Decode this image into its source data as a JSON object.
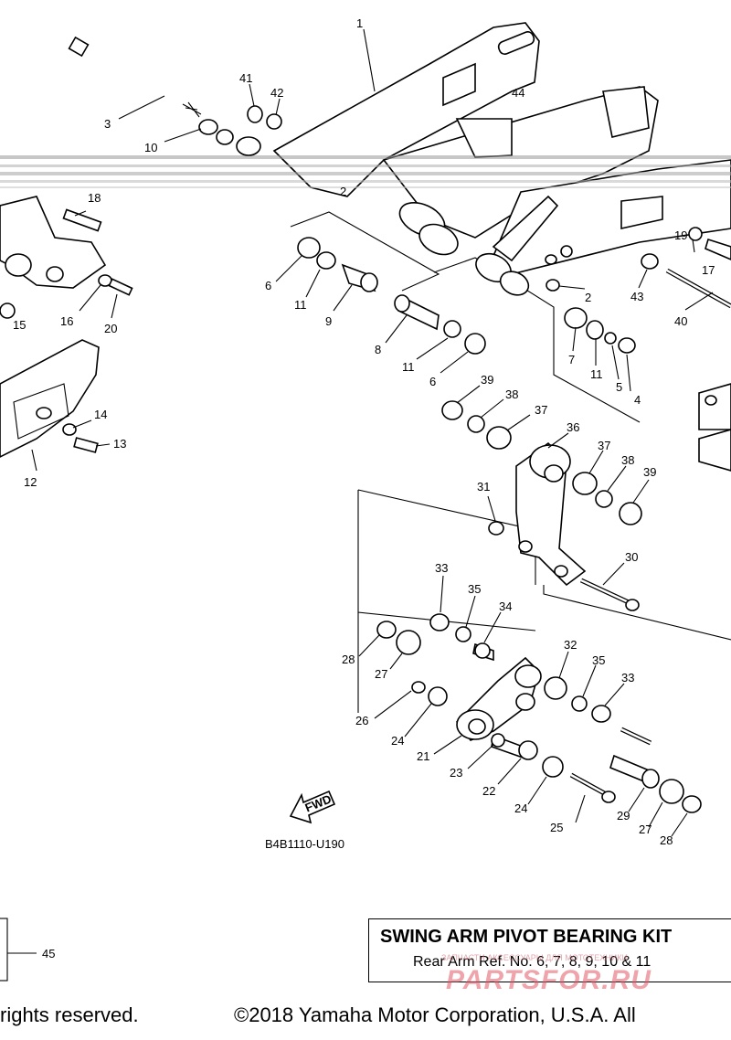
{
  "callouts": [
    {
      "label": "1"
    },
    {
      "label": "3"
    },
    {
      "label": "41"
    },
    {
      "label": "42"
    },
    {
      "label": "10"
    },
    {
      "label": "44"
    },
    {
      "label": "2"
    },
    {
      "label": "18"
    },
    {
      "label": "6"
    },
    {
      "label": "11"
    },
    {
      "label": "9"
    },
    {
      "label": "19"
    },
    {
      "label": "17"
    },
    {
      "label": "2"
    },
    {
      "label": "43"
    },
    {
      "label": "40"
    },
    {
      "label": "16"
    },
    {
      "label": "20"
    },
    {
      "label": "15"
    },
    {
      "label": "8"
    },
    {
      "label": "7"
    },
    {
      "label": "11"
    },
    {
      "label": "5"
    },
    {
      "label": "4"
    },
    {
      "label": "11"
    },
    {
      "label": "6"
    },
    {
      "label": "39"
    },
    {
      "label": "38"
    },
    {
      "label": "37"
    },
    {
      "label": "14"
    },
    {
      "label": "13"
    },
    {
      "label": "36"
    },
    {
      "label": "37"
    },
    {
      "label": "38"
    },
    {
      "label": "39"
    },
    {
      "label": "12"
    },
    {
      "label": "31"
    },
    {
      "label": "30"
    },
    {
      "label": "33"
    },
    {
      "label": "35"
    },
    {
      "label": "34"
    },
    {
      "label": "28"
    },
    {
      "label": "27"
    },
    {
      "label": "32"
    },
    {
      "label": "35"
    },
    {
      "label": "33"
    },
    {
      "label": "26"
    },
    {
      "label": "24"
    },
    {
      "label": "21"
    },
    {
      "label": "23"
    },
    {
      "label": "22"
    },
    {
      "label": "24"
    },
    {
      "label": "25"
    },
    {
      "label": "29"
    },
    {
      "label": "27"
    },
    {
      "label": "28"
    },
    {
      "label": "45"
    }
  ],
  "fwd_label": "FWD",
  "diagram_code": "B4B1110-U190",
  "kit": {
    "title": "SWING ARM PIVOT BEARING KIT",
    "subtitle": "Rear Arm Ref. No. 6, 7, 8, 9, 10 & 11"
  },
  "watermark": {
    "brand": "PARTSFOR.RU",
    "small": "ЗАПЧАСТИ АКСЕССУАРЫ ДЛЯ МОТОТЕХНИКИ"
  },
  "footer": {
    "left": "rights reserved.",
    "right": "©2018 Yamaha Motor Corporation, U.S.A. All"
  }
}
